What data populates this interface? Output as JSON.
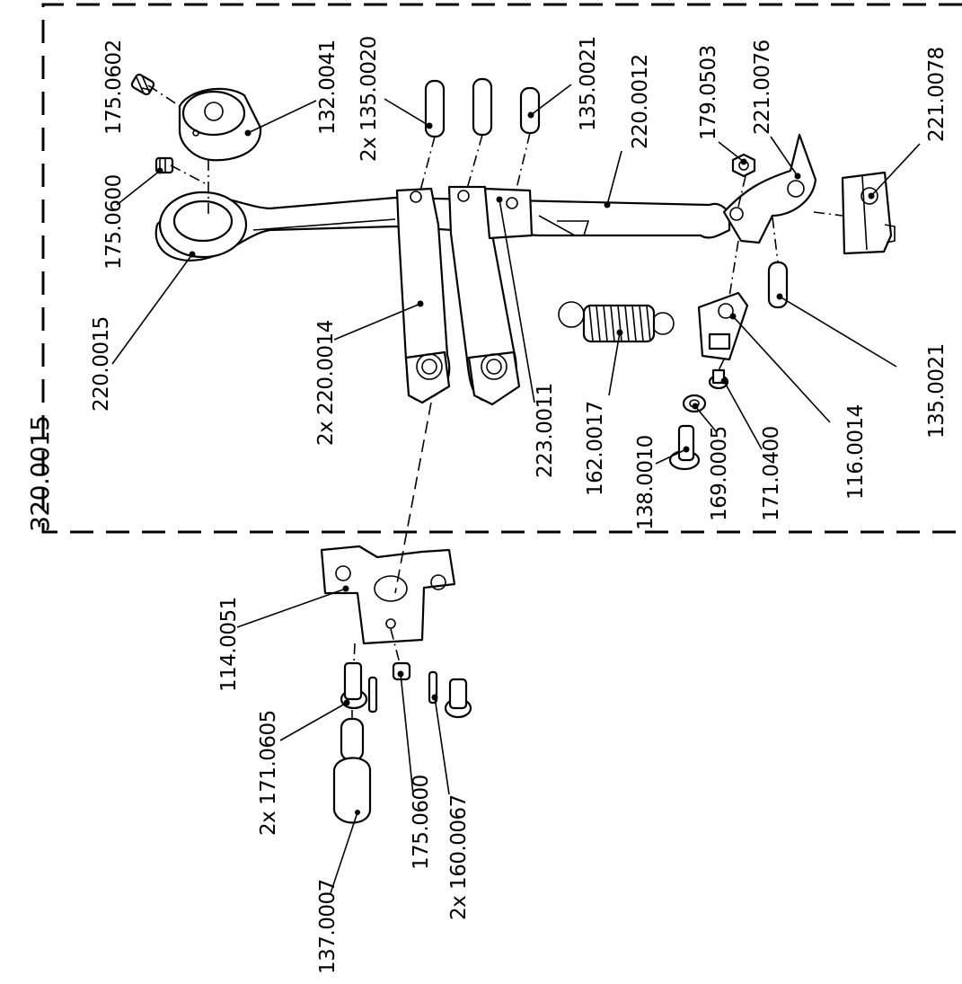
{
  "assembly_label": "320.0015",
  "parts": [
    {
      "id": "p_175_0602",
      "label": "175.0602"
    },
    {
      "id": "p_132_0041",
      "label": "132.0041"
    },
    {
      "id": "p_135_0020",
      "label": "2x  135.0020"
    },
    {
      "id": "p_135_0021a",
      "label": "135.0021"
    },
    {
      "id": "p_220_0012",
      "label": "220.0012"
    },
    {
      "id": "p_179_0503",
      "label": "179.0503"
    },
    {
      "id": "p_221_0076",
      "label": "221.0076"
    },
    {
      "id": "p_221_0078",
      "label": "221.0078"
    },
    {
      "id": "p_175_0600a",
      "label": "175.0600"
    },
    {
      "id": "p_220_0015",
      "label": "220.0015"
    },
    {
      "id": "p_220_0014",
      "label": "2x  220.0014"
    },
    {
      "id": "p_223_0011",
      "label": "223.0011"
    },
    {
      "id": "p_162_0017",
      "label": "162.0017"
    },
    {
      "id": "p_138_0010",
      "label": "138.0010"
    },
    {
      "id": "p_169_0005",
      "label": "169.0005"
    },
    {
      "id": "p_171_0400",
      "label": "171.0400"
    },
    {
      "id": "p_116_0014",
      "label": "116.0014"
    },
    {
      "id": "p_135_0021b",
      "label": "135.0021"
    },
    {
      "id": "p_114_0051",
      "label": "114.0051"
    },
    {
      "id": "p_171_0605",
      "label": "2x  171.0605"
    },
    {
      "id": "p_137_0007",
      "label": "137.0007"
    },
    {
      "id": "p_175_0600b",
      "label": "175.0600"
    },
    {
      "id": "p_160_0067",
      "label": "2x  160.0067"
    }
  ]
}
